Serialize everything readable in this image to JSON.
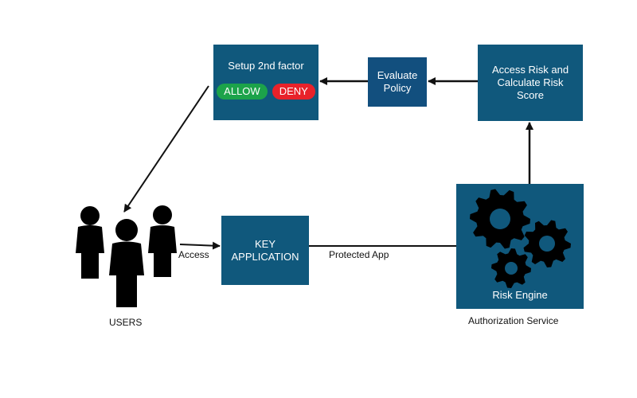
{
  "boxes": {
    "setup": {
      "title": "Setup 2nd factor",
      "allow": "ALLOW",
      "deny": "DENY"
    },
    "policy": {
      "title": "Evaluate\nPolicy"
    },
    "risk": {
      "title": "Access Risk and\nCalculate Risk\nScore"
    },
    "key_app": {
      "title": "KEY\nAPPLICATION"
    },
    "engine": {
      "title": "Risk Engine",
      "icon": "gears-icon"
    }
  },
  "labels": {
    "users": "USERS",
    "access": "Access",
    "protected_app": "Protected App",
    "authorization_service": "Authorization Service"
  },
  "icons": {
    "users": "users-group-icon"
  },
  "colors": {
    "box": "#10587c",
    "box_alt": "#124f7e",
    "allow": "#1ca34a",
    "deny": "#e8222a",
    "arrow": "#111111",
    "icon": "#000000"
  }
}
